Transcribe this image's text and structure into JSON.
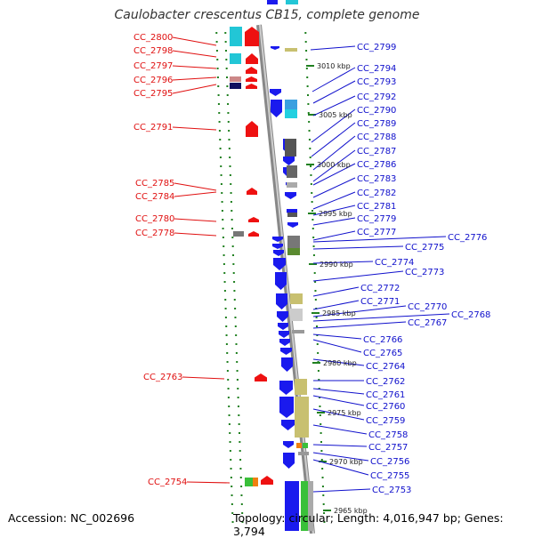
{
  "title": "Caulobacter crescentus CB15, complete genome",
  "footer": {
    "accession": "Accession: NC_002696",
    "topology": "Topology: circular; Length: 4,016,947 bp; Genes: 3,794"
  },
  "colors": {
    "left_label": "#e01010",
    "right_label": "#1010cc",
    "forward_gene": "#ee1111",
    "reverse_gene": "#1a1aee",
    "ruler_ticks": "#208020"
  },
  "position_labels": [
    "3010 kbp",
    "3005 kbp",
    "3000 kbp",
    "2995 kbp",
    "2990 kbp",
    "2985 kbp",
    "2980 kbp",
    "2975 kbp",
    "2970 kbp",
    "2965 kbp"
  ],
  "left_genes": [
    "CC_2800",
    "CC_2798",
    "CC_2797",
    "CC_2796",
    "CC_2795",
    "CC_2791",
    "CC_2785",
    "CC_2784",
    "CC_2780",
    "CC_2778",
    "CC_2763",
    "CC_2754"
  ],
  "right_genes": [
    "CC_2799",
    "CC_2794",
    "CC_2793",
    "CC_2792",
    "CC_2790",
    "CC_2789",
    "CC_2788",
    "CC_2787",
    "CC_2786",
    "CC_2783",
    "CC_2782",
    "CC_2781",
    "CC_2779",
    "CC_2777",
    "CC_2776",
    "CC_2775",
    "CC_2774",
    "CC_2773",
    "CC_2772",
    "CC_2771",
    "CC_2770",
    "CC_2768",
    "CC_2767",
    "CC_2766",
    "CC_2765",
    "CC_2764",
    "CC_2762",
    "CC_2761",
    "CC_2760",
    "CC_2759",
    "CC_2758",
    "CC_2757",
    "CC_2756",
    "CC_2755",
    "CC_2753"
  ]
}
